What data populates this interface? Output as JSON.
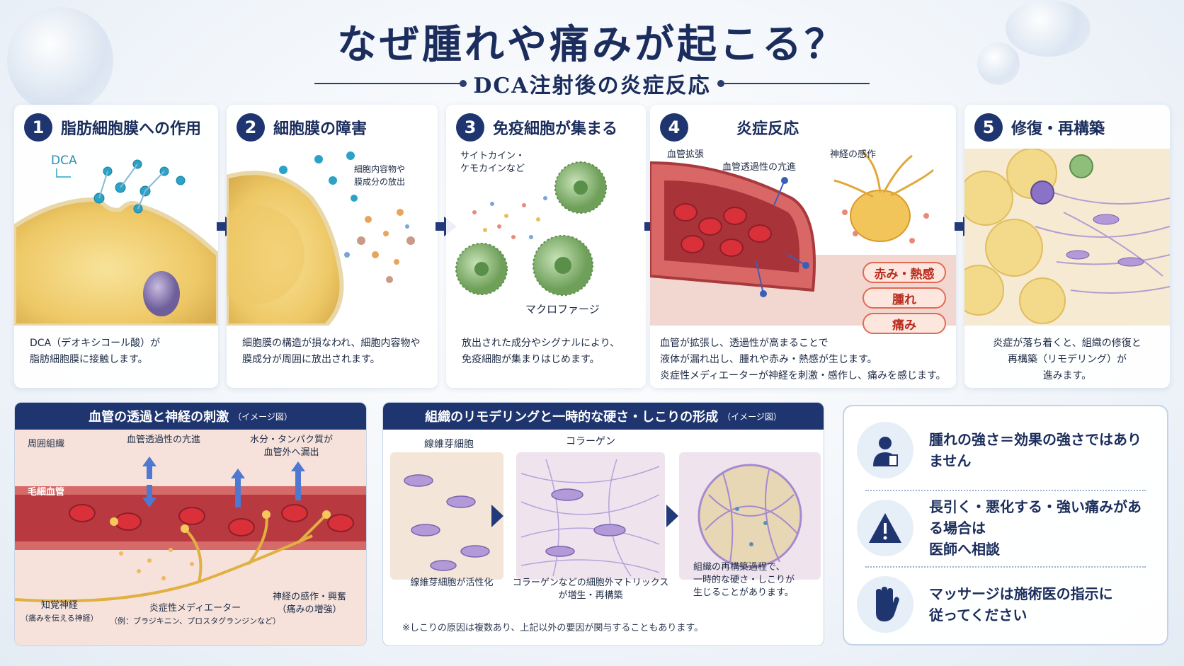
{
  "title": "なぜ腫れや痛みが起こる？",
  "subtitle": "DCA注射後の炎症反応",
  "steps": [
    {
      "num": "1",
      "title": "脂肪細胞膜への作用",
      "desc": "DCA（デオキシコール酸）が\n脂肪細胞膜に接触します。",
      "labels": {
        "dca": "DCA"
      }
    },
    {
      "num": "2",
      "title": "細胞膜の障害",
      "desc": "細胞膜の構造が損なわれ、細胞内容物や\n膜成分が周囲に放出されます。",
      "labels": {
        "release": "細胞内容物や\n膜成分の放出"
      }
    },
    {
      "num": "3",
      "title": "免疫細胞が集まる",
      "desc": "放出された成分やシグナルにより、\n免疫細胞が集まりはじめます。",
      "labels": {
        "cytokine": "サイトカイン・\nケモカインなど",
        "macrophage": "マクロファージ"
      }
    },
    {
      "num": "4",
      "title": "炎症反応",
      "desc": "血管が拡張し、透過性が高まることで\n液体が漏れ出し、腫れや赤み・熱感が生じます。\n炎症性メディエーターが神経を刺激・感作し、痛みを感じます。",
      "labels": {
        "vasodilation": "血管拡張",
        "permeability": "血管透過性の亢進",
        "nerve": "神経の感作",
        "redness": "赤み・熱感",
        "swelling": "腫れ",
        "pain": "痛み"
      }
    },
    {
      "num": "5",
      "title": "修復・再構築",
      "desc": "炎症が落ち着くと、組織の修復と\n再構築（リモデリング）が\n進みます。"
    }
  ],
  "panel_vessel": {
    "title": "血管の透過と神経の刺激",
    "title_note": "（イメージ図）",
    "labels": {
      "surrounding": "周囲組織",
      "permeability": "血管透過性の亢進",
      "leak": "水分・タンパク質が\n血管外へ漏出",
      "capillary": "毛細血管",
      "sensory": "知覚神経",
      "sensory_note": "（痛みを伝える神経）",
      "mediator": "炎症性メディエーター",
      "mediator_note": "（例：ブラジキニン、プロスタグランジンなど）",
      "sensitization": "神経の感作・興奮",
      "sensitization_note": "（痛みの増強）"
    }
  },
  "panel_remodel": {
    "title": "組織のリモデリングと一時的な硬さ・しこりの形成",
    "title_note": "（イメージ図）",
    "labels": {
      "fibroblast": "線維芽細胞",
      "collagen": "コラーゲン",
      "caption1": "線維芽細胞が活性化",
      "caption2": "コラーゲンなどの細胞外マトリックス\nが増生・再構築",
      "caption3": "組織の再構築過程で、\n一時的な硬さ・しこりが\n生じることがあります。"
    },
    "note": "※しこりの原因は複数あり、上記以外の要因が関与することもあります。"
  },
  "info": [
    {
      "icon": "doctor-icon",
      "text": "腫れの強さ＝効果の強さではありません"
    },
    {
      "icon": "warning-icon",
      "text": "長引く・悪化する・強い痛みがある場合は\n医師へ相談"
    },
    {
      "icon": "hand-stop-icon",
      "text": "マッサージは施術医の指示に\n従ってください"
    }
  ],
  "colors": {
    "navy": "#1f3570",
    "accent_red": "#e26a55",
    "fat_yellow": "#f2d67a",
    "immune_green": "#8dbf7a",
    "vessel_red": "#c8464a",
    "fibro_purple": "#a58ad0"
  }
}
